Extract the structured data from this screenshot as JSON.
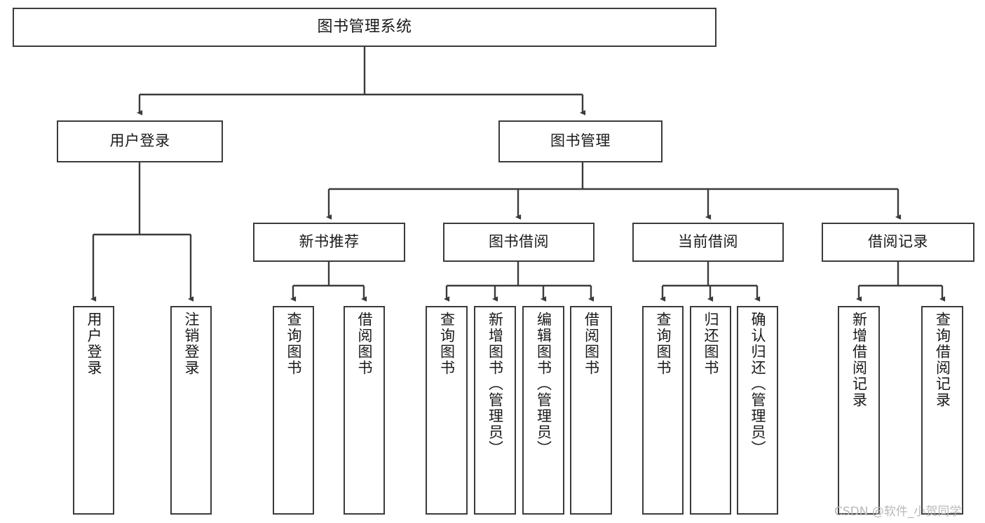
{
  "diagram": {
    "title": "图书管理系统",
    "type": "tree-hierarchy-chart",
    "colors": {
      "background": "#ffffff",
      "box_stroke": "#3b3b3b",
      "box_fill": "#ffffff",
      "connector": "#3b3b3b",
      "text": "#1a1a1a",
      "watermark": "#b9b9b9"
    },
    "nodes": {
      "root": {
        "label": "图书管理系统"
      },
      "level2": [
        {
          "label": "用户登录"
        },
        {
          "label": "图书管理"
        }
      ],
      "level3": [
        {
          "label": "新书推荐"
        },
        {
          "label": "图书借阅"
        },
        {
          "label": "当前借阅"
        },
        {
          "label": "借阅记录"
        }
      ],
      "leaves": {
        "user_login": [
          {
            "label": "用户登录"
          },
          {
            "label": "注销登录"
          }
        ],
        "new_book_recommend": [
          {
            "label": "查询图书"
          },
          {
            "label": "借阅图书"
          }
        ],
        "book_borrow": [
          {
            "label": "查询图书"
          },
          {
            "label": "新增图书（管理员）"
          },
          {
            "label": "编辑图书（管理员）"
          },
          {
            "label": "借阅图书"
          }
        ],
        "current_borrow": [
          {
            "label": "查询图书"
          },
          {
            "label": "归还图书"
          },
          {
            "label": "确认归还（管理员）"
          }
        ],
        "borrow_record": [
          {
            "label": "新增借阅记录"
          },
          {
            "label": "查询借阅记录"
          }
        ]
      }
    }
  },
  "watermark": {
    "text": "CSDN @软件_小贺同学"
  }
}
